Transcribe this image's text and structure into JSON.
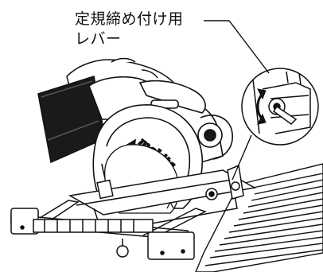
{
  "callout": {
    "line1": "定規締め付け用",
    "line2": "レバー"
  },
  "brand": {
    "logo_text": "makita"
  },
  "colors": {
    "ink": "#111111",
    "paper": "#ffffff",
    "battery": "#1a1a1a"
  },
  "icons": {
    "rotation": "rotate-arrows-icon",
    "leader": "leader-line"
  }
}
